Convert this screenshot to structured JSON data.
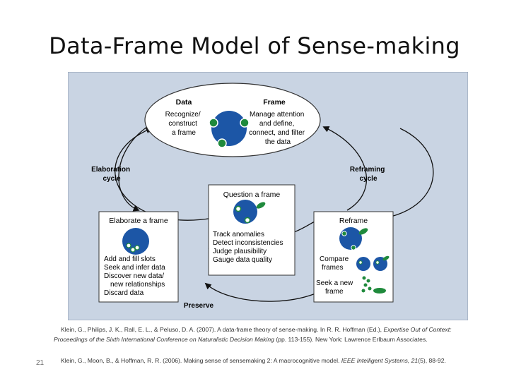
{
  "title": "Data-Frame Model of Sense-making",
  "diagram": {
    "top": {
      "data_heading": "Data",
      "data_lines": [
        "Recognize/",
        "construct",
        "a frame"
      ],
      "frame_heading": "Frame",
      "frame_lines": [
        "Manage attention",
        "and define,",
        "connect, and filter",
        "the data"
      ]
    },
    "elaboration_cycle": [
      "Elaboration",
      "cycle"
    ],
    "reframing_cycle": [
      "Reframing",
      "cycle"
    ],
    "center": {
      "heading": "Question a frame",
      "lines": [
        "Track anomalies",
        "Detect inconsistencies",
        "Judge plausibility",
        "Gauge data quality"
      ]
    },
    "left": {
      "heading": "Elaborate a frame",
      "lines": [
        "Add and fill slots",
        "Seek and infer data",
        "Discover new data/",
        "new relationships",
        "Discard data"
      ]
    },
    "right": {
      "heading": "Reframe",
      "compare_lines": [
        "Compare",
        "frames"
      ],
      "seek_lines": [
        "Seek a new",
        "frame"
      ]
    },
    "preserve": "Preserve",
    "colors": {
      "panel": "#c9d4e3",
      "circle": "#1c56a6",
      "dot": "#1f8a3c",
      "box": "#ffffff"
    }
  },
  "references": [
    {
      "pre": "Klein, G., Philips, J. K., Rall, E. L., & Peluso, D. A. (2007). A data-frame theory of sense-making. In R. R. Hoffman (Ed.), ",
      "italic": "Expertise Out of Context: Proceedings of the Sixth International Conference on Naturalistic Decision Making",
      "post": " (pp. 113-155). New York: Lawrence Erlbaum Associates."
    },
    {
      "pre": "Klein, G., Moon, B., & Hoffman, R. R. (2006). Making sense of sensemaking 2: A macrocognitive model. ",
      "italic": "IEEE Intelligent Systems, 21",
      "post": "(5), 88-92."
    }
  ],
  "page_number": "21"
}
